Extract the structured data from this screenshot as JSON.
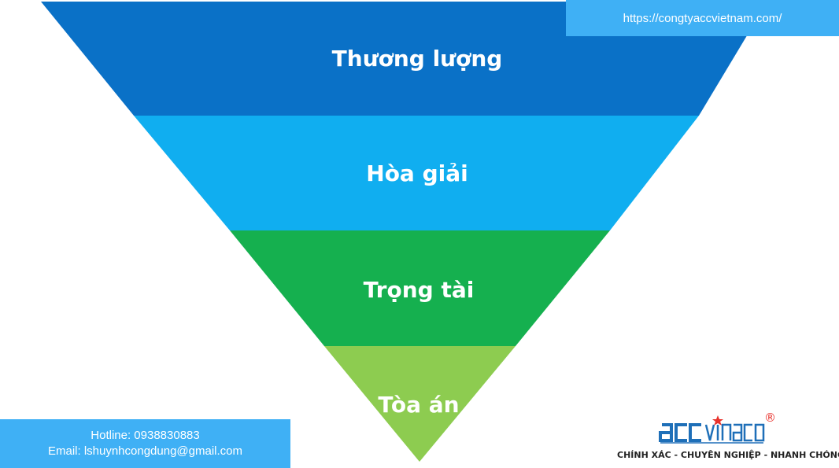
{
  "diagram": {
    "type": "inverted-pyramid",
    "layers": [
      {
        "label": "Thương lượng",
        "color": "#0a71c7"
      },
      {
        "label": "Hòa giải",
        "color": "#10aef0"
      },
      {
        "label": "Trọng tài",
        "color": "#15b04f"
      },
      {
        "label": "Tòa án",
        "color": "#8dcc50"
      }
    ]
  },
  "header": {
    "url": "https://congtyaccvietnam.com/"
  },
  "contact": {
    "hotline": "Hotline: 0938830883",
    "email": "Email: lshuynhcongdung@gmail.com"
  },
  "brand": {
    "logo_text": "accvinaco",
    "registered_mark": "®",
    "tagline": "CHÍNH XÁC - CHUYÊN NGHIỆP - NHANH CHÓNG",
    "logo_color": "#1e6fb8",
    "accent_color": "#e8322c"
  }
}
